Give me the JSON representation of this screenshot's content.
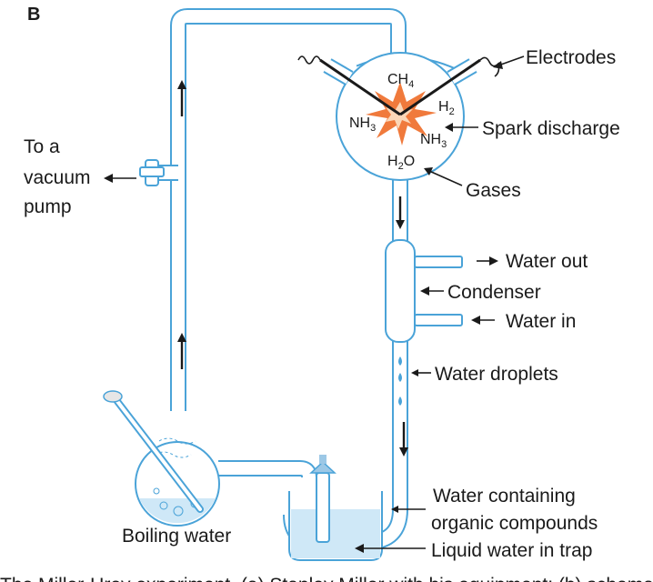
{
  "panel_label": "B",
  "labels": {
    "electrodes": "Electrodes",
    "spark_discharge": "Spark discharge",
    "gases": "Gases",
    "vacuum_line1": "To a",
    "vacuum_line2": "vacuum",
    "vacuum_line3": "pump",
    "water_out": "Water out",
    "condenser": "Condenser",
    "water_in": "Water in",
    "water_droplets": "Water droplets",
    "water_containing_line1": "Water containing",
    "water_containing_line2": "organic compounds",
    "boiling_water": "Boiling water",
    "liquid_water_trap": "Liquid water in trap"
  },
  "molecules": {
    "ch4": {
      "base": "CH",
      "sub": "4"
    },
    "h2": {
      "base": "H",
      "sub": "2"
    },
    "nh3_left": {
      "base": "NH",
      "sub": "3"
    },
    "nh3_right": {
      "base": "NH",
      "sub": "3"
    },
    "h2o": {
      "base": "H",
      "sub": "2",
      "tail": "O"
    }
  },
  "caption_fragment": "The Miller-Urey experiment. (a) Stanley Miller with his equipment; (b) schematic diagram",
  "colors": {
    "glass": "#4aa3d8",
    "water": "#cfe8f7",
    "spark": "#f07a3c",
    "text": "#1a1a1a"
  }
}
